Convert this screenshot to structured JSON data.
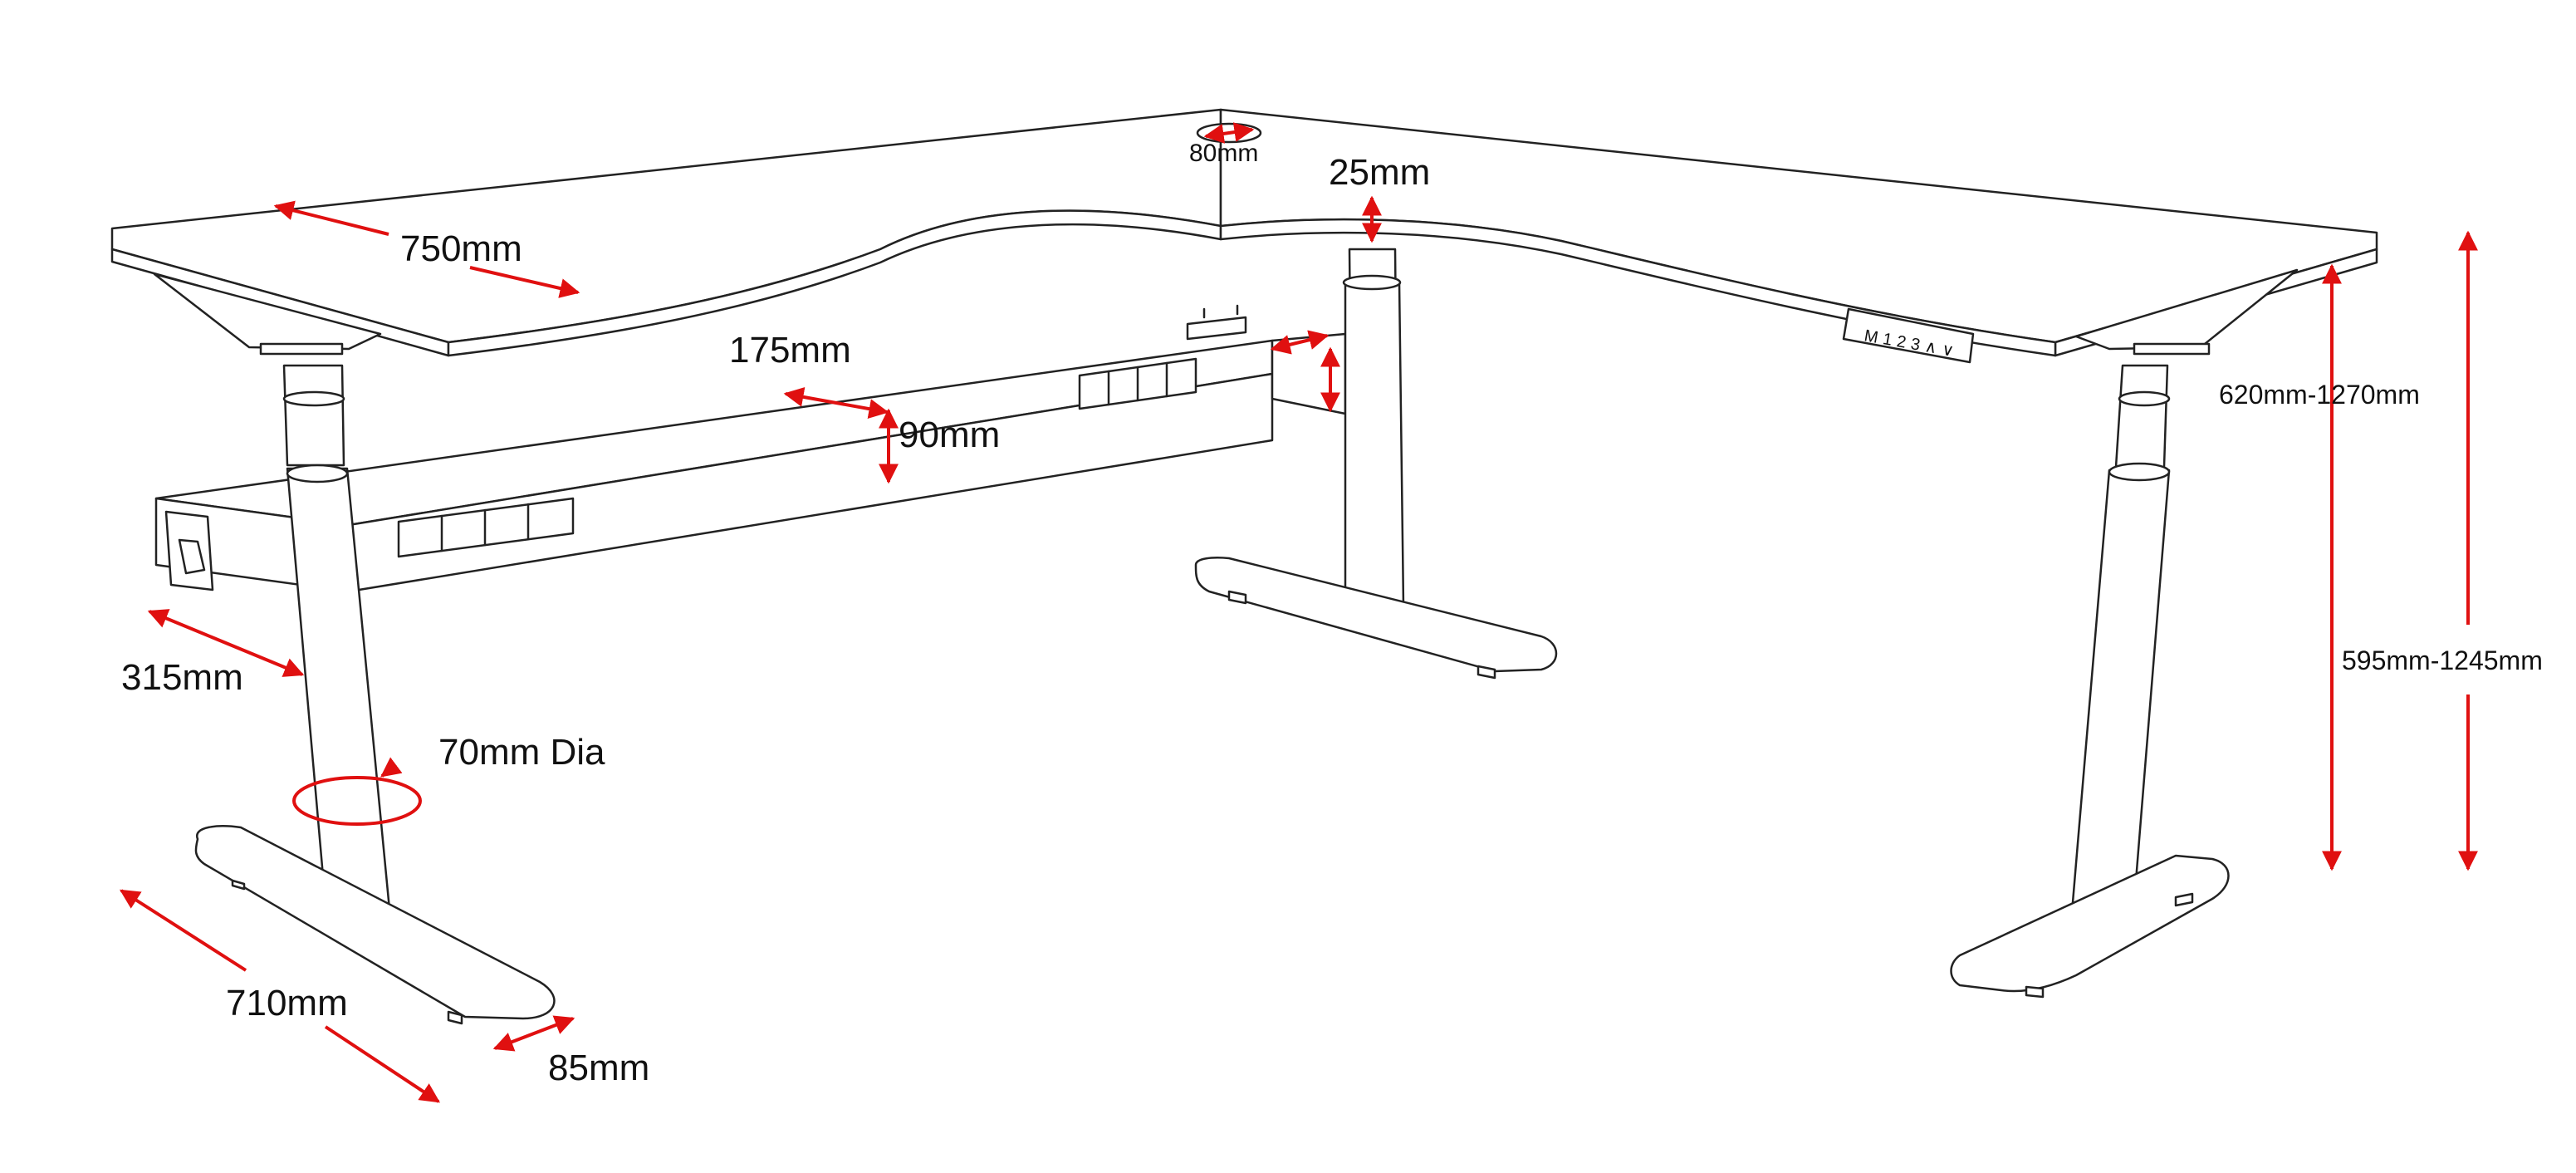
{
  "colors": {
    "line": "#222222",
    "arrow": "#e01010",
    "background": "#ffffff"
  },
  "control_panel": {
    "buttons": "M123∧∨"
  },
  "dimensions": {
    "depth_left": "750mm",
    "grommet": "80mm",
    "top_thickness": "25mm",
    "cable_tray_width": "175mm",
    "cable_tray_height": "90mm",
    "frame_depth": "315mm",
    "leg_diameter": "70mm Dia",
    "foot_length": "710mm",
    "foot_width": "85mm",
    "top_height_range": "620mm-1270mm",
    "frame_height_range": "595mm-1245mm"
  }
}
